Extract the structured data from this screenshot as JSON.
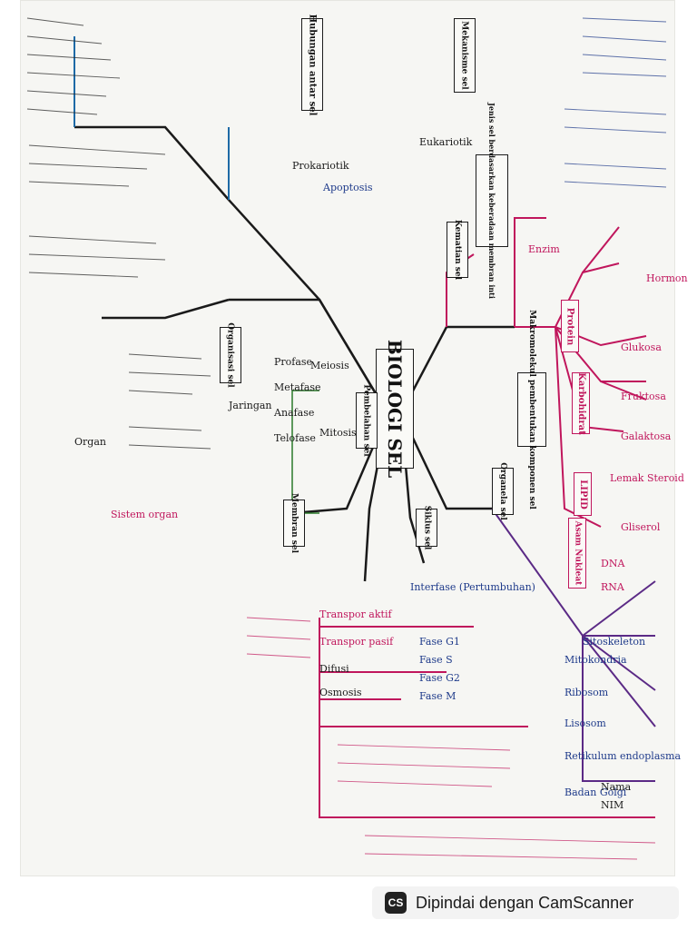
{
  "center": {
    "label": "BIOLOGI SEL"
  },
  "branches": {
    "makromolekul": "Makromolekul pembentukan komponen sel",
    "organela": "Organela sel",
    "pembelahan": "Pembelahan sel",
    "membran": "Membran sel",
    "siklus": "Siklus sel",
    "organisasi": "Organisasi sel",
    "kematian": "Kematian sel",
    "jenis_sel": "Jenis sel berdasarkan keberadaan membran inti",
    "hubungan": "Hubungan antar sel",
    "mekanisme": "Mekanisme sel"
  },
  "molecules": {
    "protein": "Protein",
    "karbohidrat": "Karbohidrat",
    "lipid": "LIPID",
    "asam_nukleat": "Asam Nukleat"
  },
  "labels": {
    "prokariotik": "Prokariotik",
    "eukariotik": "Eukariotik",
    "apoptosis": "Apoptosis",
    "mitosis": "Mitosis",
    "meiosis": "Meiosis",
    "interfase": "Interfase (Pertumbuhan)",
    "glukosa": "Glukosa",
    "fruktosa": "Fruktosa",
    "galaktosa": "Galaktosa",
    "lemak_steroid": "Lemak Steroid",
    "gliserol": "Gliserol",
    "dna": "DNA",
    "rna": "RNA",
    "enzim": "Enzim",
    "hormon": "Hormon",
    "mitokondria": "Mitokondria",
    "ribosom": "Ribosom",
    "lisosom": "Lisosom",
    "sitoskeleton": "Sitoskeleton",
    "retikulum": "Retikulum endoplasma",
    "badan_golgi": "Badan Golgi",
    "jaringan": "Jaringan",
    "organ": "Organ",
    "sistem_organ": "Sistem organ",
    "profase": "Profase",
    "metafase": "Metafase",
    "anafase": "Anafase",
    "telofase": "Telofase",
    "transpor_aktif": "Transpor aktif",
    "transpor_pasif": "Transpor pasif",
    "difusi": "Difusi",
    "osmosis": "Osmosis",
    "fase_g1": "Fase G1",
    "fase_s": "Fase S",
    "fase_g2": "Fase G2",
    "fase_m": "Fase M",
    "nama": "Nama",
    "nim": "NIM"
  },
  "scanner": {
    "logo": "CS",
    "text": "Dipindai dengan CamScanner"
  },
  "colors": {
    "paper": "#f6f6f3",
    "ink_black": "#1a1a1a",
    "ink_pink": "#c0165c",
    "ink_blue": "#1e3a8a",
    "ink_purple": "#5b2a86"
  }
}
